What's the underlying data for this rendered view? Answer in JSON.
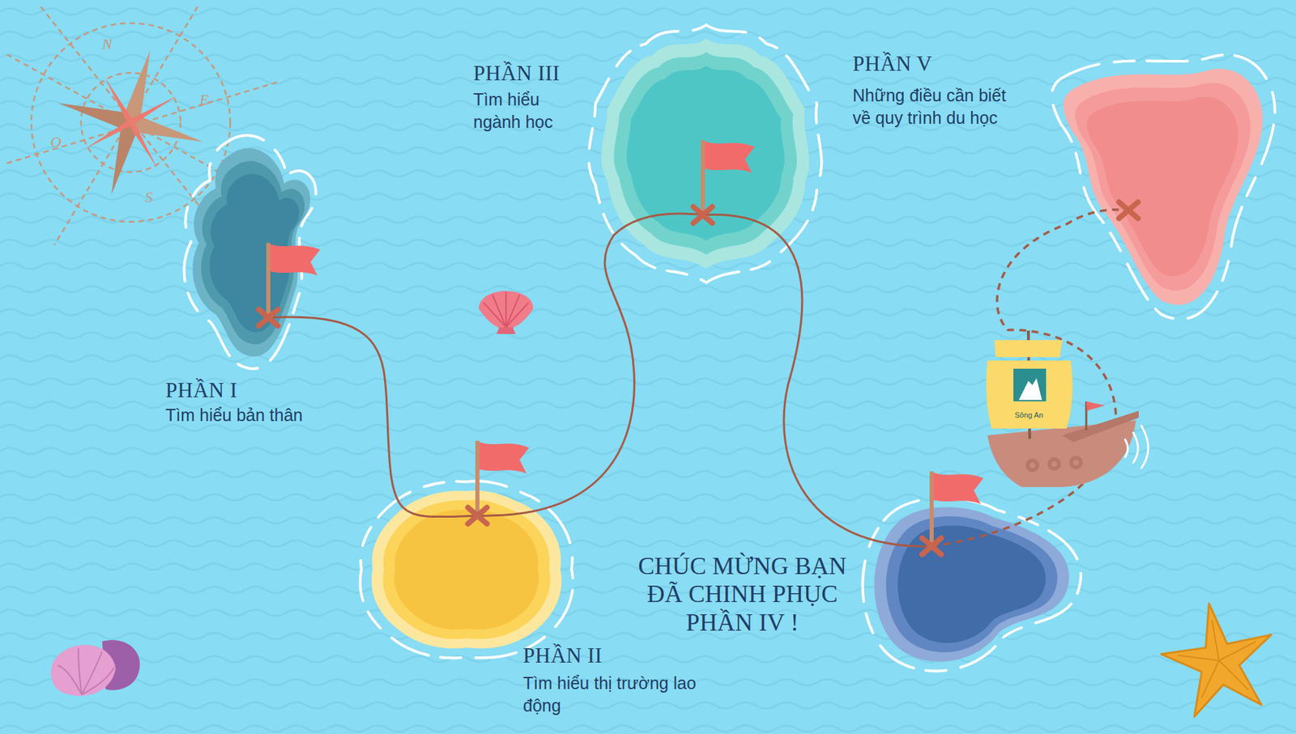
{
  "diagram": {
    "nodes": [
      {
        "text": [
          "PHẦN I",
          "Tìm hiểu bản thân"
        ]
      },
      {
        "text": [
          "PHẦN II",
          "Tìm hiểu thị trường lao động"
        ]
      },
      {
        "text": [
          "PHẦN III",
          "Tìm hiểu ngành học"
        ]
      },
      {
        "text": [
          "CHÚC MỪNG BẠN ĐÃ CHINH PHỤC PHẦN IV !"
        ]
      },
      {
        "text": [
          "PHẦN V",
          "Những điều cần biết về quy trình du học"
        ]
      }
    ],
    "edges": [
      {
        "from": 0,
        "to": 1,
        "arrow": "none"
      },
      {
        "from": 1,
        "to": 2,
        "arrow": "none"
      },
      {
        "from": 2,
        "to": 3,
        "arrow": "none"
      },
      {
        "from": 3,
        "to": 4,
        "arrow": "none"
      }
    ],
    "labels": [
      "N",
      "E",
      "S",
      "O",
      "Sông An"
    ]
  }
}
